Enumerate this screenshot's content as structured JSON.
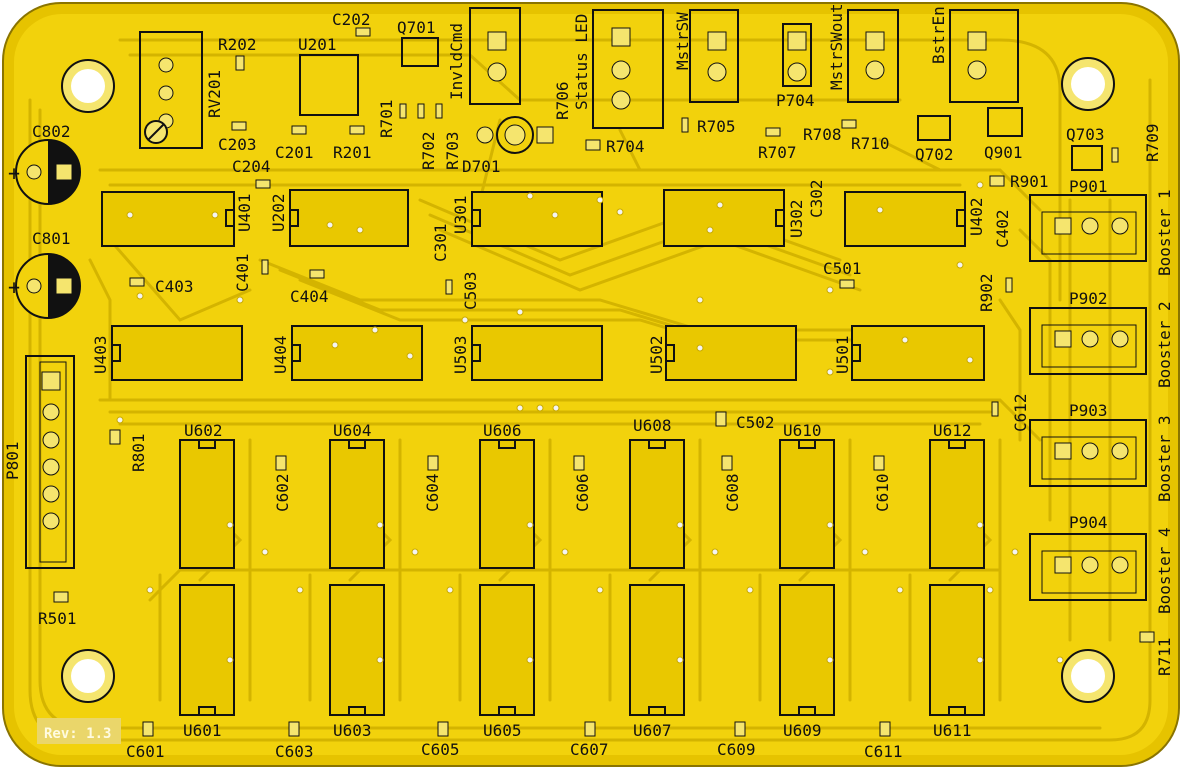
{
  "colors": {
    "board": "#e6c300",
    "copper": "#f7d81a",
    "silk": "#111111",
    "trace": "#d8b800",
    "pad": "#f5e56e",
    "via": "#f4f4f4",
    "rev": "#ead66a"
  },
  "revision": "Rev: 1.3",
  "labels": {
    "C202": "C202",
    "Q701": "Q701",
    "InvldCmd": "InvldCmd",
    "StatusLED": "Status LED",
    "MstrSW": "MstrSW",
    "MstrSWout": "MstrSWout",
    "BstrEn": "BstrEn",
    "R202": "R202",
    "U201": "U201",
    "RV201": "RV201",
    "R706": "R706",
    "P704": "P704",
    "R705": "R705",
    "R701": "R701",
    "R702": "R702",
    "R703": "R703",
    "C203": "C203",
    "C201": "C201",
    "R201": "R201",
    "R708": "R708",
    "R710": "R710",
    "R704": "R704",
    "R707": "R707",
    "Q702": "Q702",
    "Q901": "Q901",
    "Q703": "Q703",
    "R709": "R709",
    "D701": "D701",
    "C204": "C204",
    "C802": "C802",
    "C801": "C801",
    "P901": "P901",
    "R901": "R901",
    "U401": "U401",
    "U202": "U202",
    "U301": "U301",
    "C301": "C301",
    "U302": "U302",
    "C302": "C302",
    "U402": "U402",
    "C402": "C402",
    "C401": "C401",
    "C403": "C403",
    "C503": "C503",
    "C501": "C501",
    "C404": "C404",
    "R902": "R902",
    "P902": "P902",
    "U403": "U403",
    "U404": "U404",
    "U503": "U503",
    "U502": "U502",
    "U501": "U501",
    "P903": "P903",
    "C612": "C612",
    "P904": "P904",
    "P801": "P801",
    "R801": "R801",
    "C502": "C502",
    "U602": "U602",
    "U604": "U604",
    "U606": "U606",
    "U608": "U608",
    "U610": "U610",
    "U612": "U612",
    "C602": "C602",
    "C604": "C604",
    "C606": "C606",
    "C608": "C608",
    "C610": "C610",
    "U601": "U601",
    "U603": "U603",
    "U605": "U605",
    "U607": "U607",
    "U609": "U609",
    "U611": "U611",
    "C601": "C601",
    "C603": "C603",
    "C605": "C605",
    "C607": "C607",
    "C609": "C609",
    "C611": "C611",
    "R501": "R501",
    "R711": "R711",
    "Booster1": "Booster 1",
    "Booster2": "Booster 2",
    "Booster3": "Booster 3",
    "Booster4": "Booster 4"
  }
}
